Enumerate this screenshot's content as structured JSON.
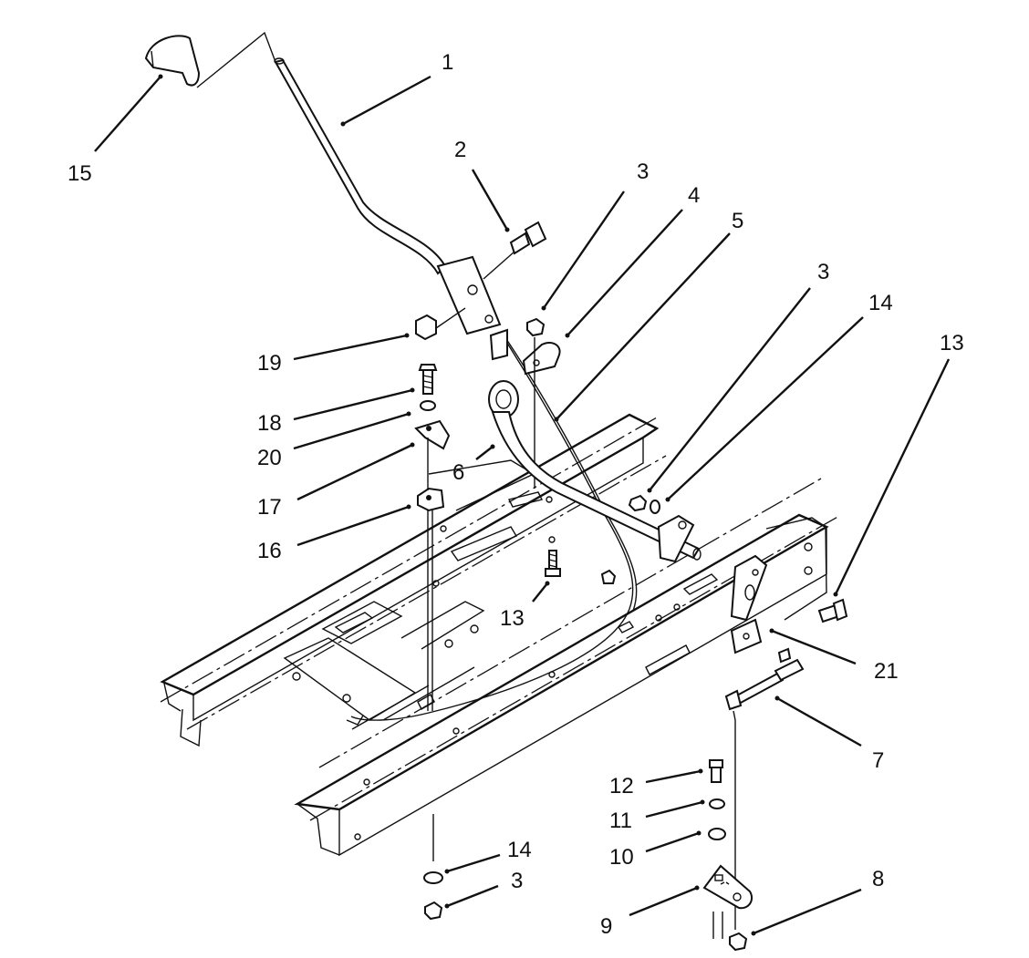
{
  "callouts": [
    {
      "id": "c1",
      "label": "1"
    },
    {
      "id": "c2",
      "label": "2"
    },
    {
      "id": "c3a",
      "label": "3"
    },
    {
      "id": "c4",
      "label": "4"
    },
    {
      "id": "c5",
      "label": "5"
    },
    {
      "id": "c3b",
      "label": "3"
    },
    {
      "id": "c14a",
      "label": "14"
    },
    {
      "id": "c13a",
      "label": "13"
    },
    {
      "id": "c15",
      "label": "15"
    },
    {
      "id": "c19",
      "label": "19"
    },
    {
      "id": "c18",
      "label": "18"
    },
    {
      "id": "c20",
      "label": "20"
    },
    {
      "id": "c6",
      "label": "6"
    },
    {
      "id": "c17",
      "label": "17"
    },
    {
      "id": "c16",
      "label": "16"
    },
    {
      "id": "c13b",
      "label": "13"
    },
    {
      "id": "c21",
      "label": "21"
    },
    {
      "id": "c7",
      "label": "7"
    },
    {
      "id": "c12",
      "label": "12"
    },
    {
      "id": "c11",
      "label": "11"
    },
    {
      "id": "c10",
      "label": "10"
    },
    {
      "id": "c14b",
      "label": "14"
    },
    {
      "id": "c3c",
      "label": "3"
    },
    {
      "id": "c9",
      "label": "9"
    },
    {
      "id": "c8",
      "label": "8"
    }
  ]
}
